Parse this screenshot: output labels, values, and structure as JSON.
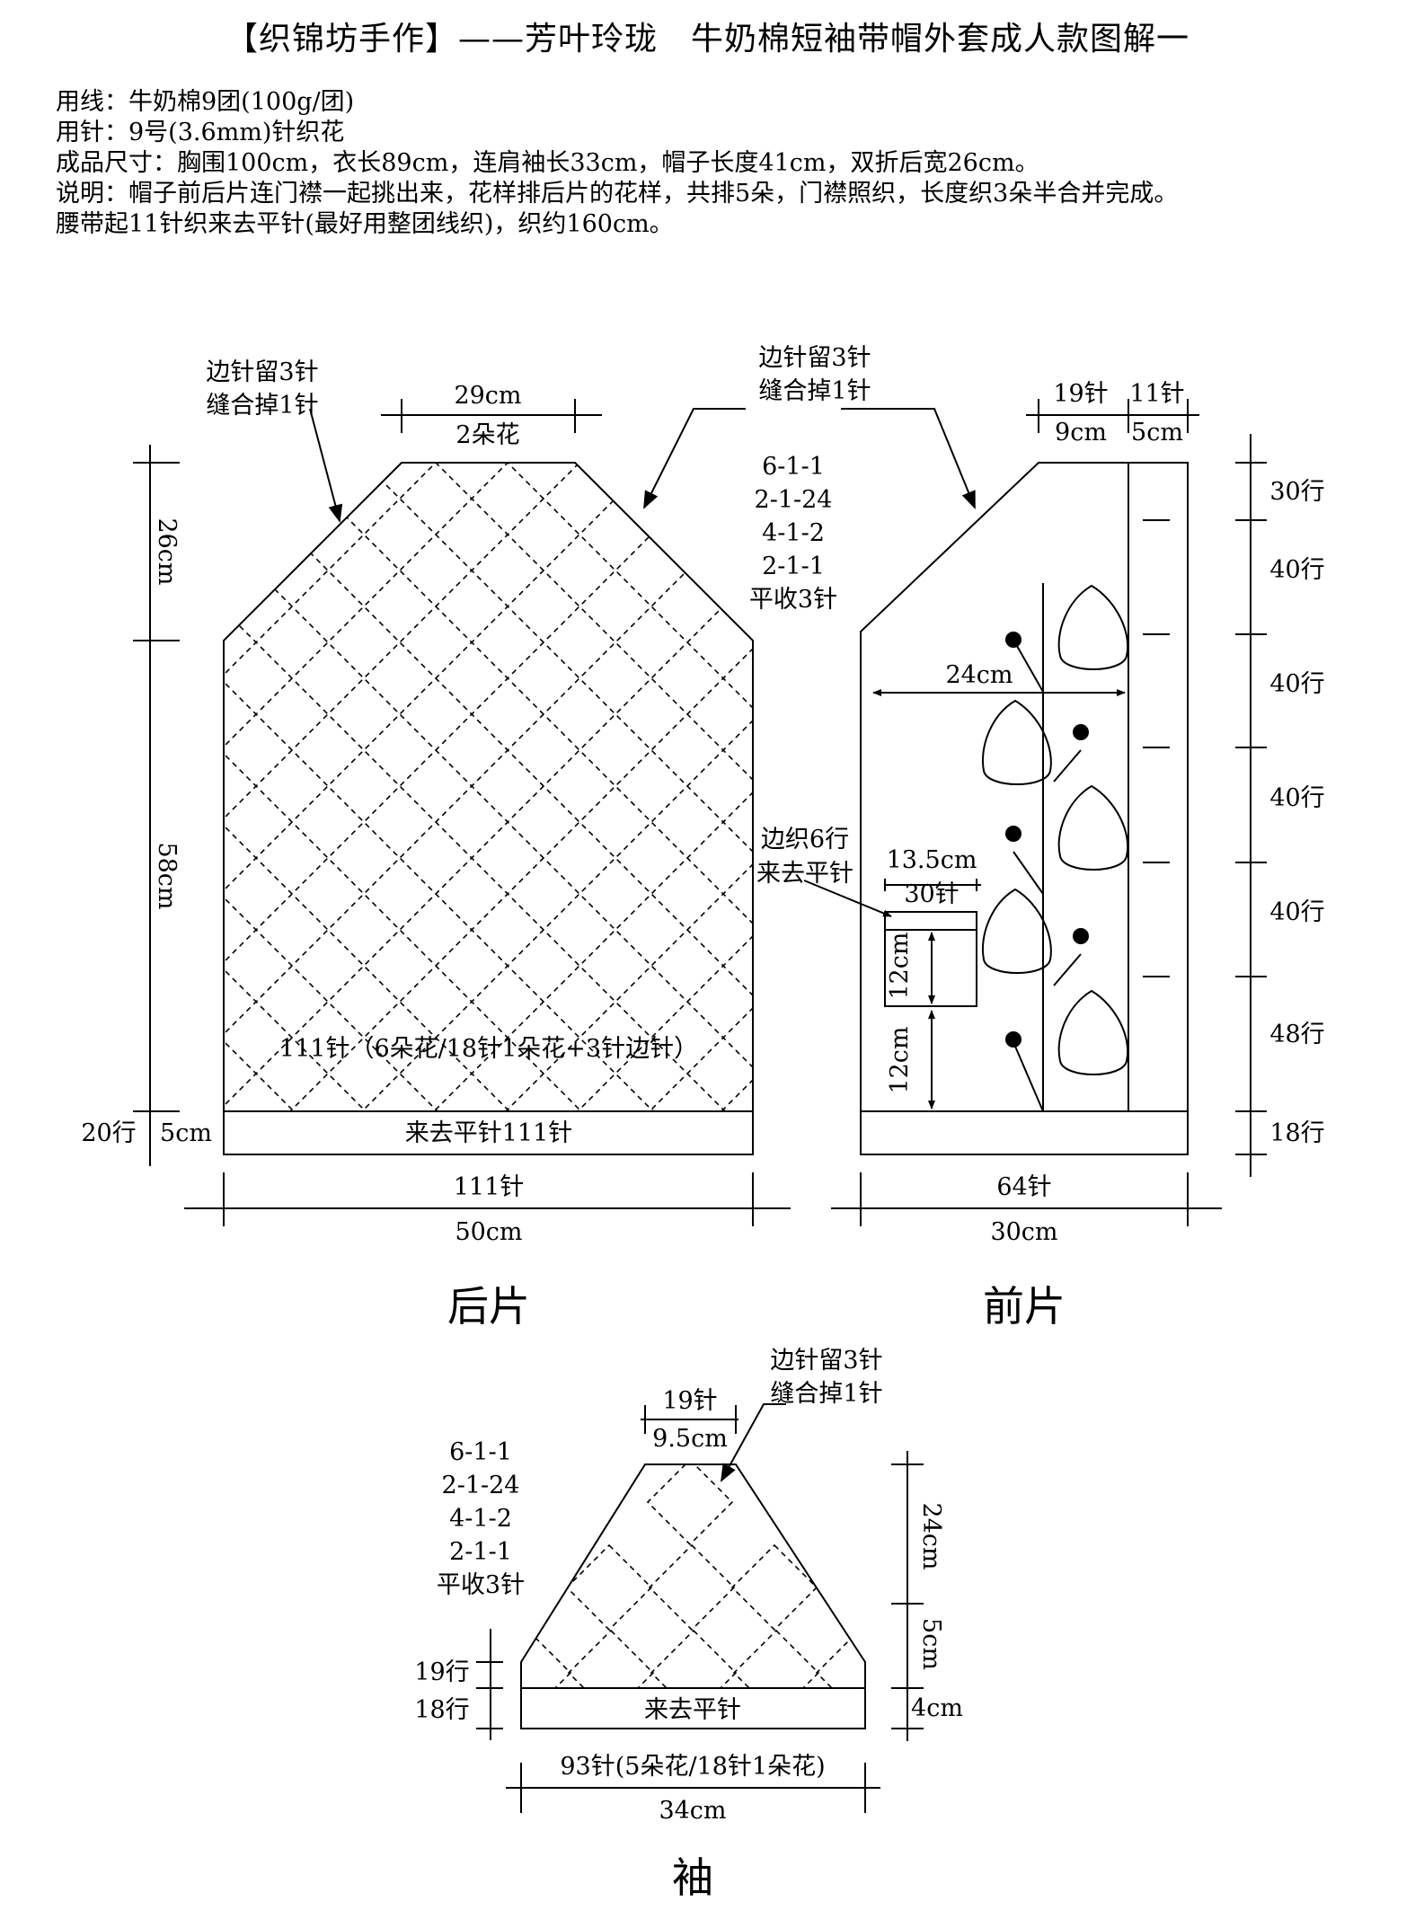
{
  "title": "【织锦坊手作】——芳叶玲珑　牛奶棉短袖带帽外套成人款图解一",
  "info": {
    "yarn": "用线：牛奶棉9团(100g/团)",
    "needle": "用针：9号(3.6mm)针织花",
    "size": "成品尺寸：胸围100cm，衣长89cm，连肩袖长33cm，帽子长度41cm，双折后宽26cm。",
    "note": "说明：帽子前后片连门襟一起挑出来，花样排后片的花样，共排5朵，门襟照织，长度织3朵半合并完成。",
    "belt": "腰带起11针织来去平针(最好用整团线织)，织约160cm。"
  },
  "back": {
    "name": "后片",
    "shoulder_note_1": "边针留3针",
    "shoulder_note_2": "缝合掉1针",
    "neck_cm": "29cm",
    "neck_flowers": "2朵花",
    "armhole_cm": "26cm",
    "body_cm": "58cm",
    "hem_rows": "20行",
    "hem_cm": "5cm",
    "pattern_label": "111针（6朵花/18针1朵花+3针边针）",
    "hem_label": "来去平针111针",
    "width_sts": "111针",
    "width_cm": "50cm"
  },
  "armhole_shaping": [
    "6-1-1",
    "2-1-24",
    "4-1-2",
    "2-1-1",
    "平收3针"
  ],
  "front": {
    "name": "前片",
    "shoulder_note_1": "边针留3针",
    "shoulder_note_2": "缝合掉1针",
    "top_sts_a": "19针",
    "top_sts_b": "11针",
    "top_cm_a": "9cm",
    "top_cm_b": "5cm",
    "right_rows": [
      "30行",
      "40行",
      "40行",
      "40行",
      "40行",
      "48行",
      "18行"
    ],
    "inner_width_cm": "24cm",
    "pocket_note_1": "边织6行",
    "pocket_note_2": "来去平针",
    "pocket_cm": "13.5cm",
    "pocket_sts": "30针",
    "pocket_height_cm": "12cm",
    "pocket_offset_cm": "12cm",
    "width_sts": "64针",
    "width_cm": "30cm"
  },
  "sleeve": {
    "name": "袖",
    "shoulder_note_1": "边针留3针",
    "shoulder_note_2": "缝合掉1针",
    "top_sts": "19针",
    "top_cm": "9.5cm",
    "shaping": [
      "6-1-1",
      "2-1-24",
      "4-1-2",
      "2-1-1",
      "平收3针"
    ],
    "rows_a": "19行",
    "rows_b": "18行",
    "cap_cm": "24cm",
    "body_cm": "5cm",
    "hem_cm": "4cm",
    "hem_label": "来去平针",
    "width_sts": "93针(5朵花/18针1朵花)",
    "width_cm": "34cm"
  }
}
